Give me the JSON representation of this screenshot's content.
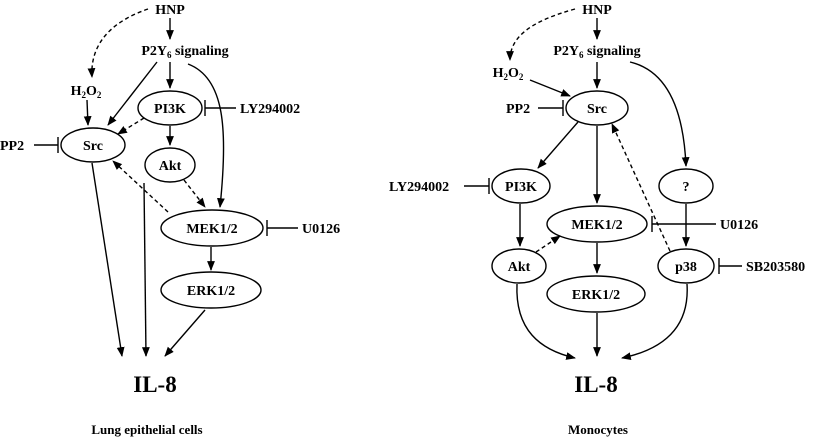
{
  "left": {
    "nodes": {
      "hnp": "HNP",
      "p2y6_main": "P2Y",
      "p2y6_sub": "6",
      "p2y6_tail": " signaling",
      "h2o2_h": "H",
      "h2o2_sub": "2",
      "h2o2_o": "O",
      "h2o2_sub2": "2",
      "pi3k": "PI3K",
      "src": "Src",
      "akt": "Akt",
      "mek": "MEK1/2",
      "erk": "ERK1/2",
      "il8": "IL-8"
    },
    "inhibitors": {
      "ly": "LY294002",
      "pp2": "PP2",
      "u0126": "U0126"
    },
    "caption": "Lung epithelial cells"
  },
  "right": {
    "nodes": {
      "hnp": "HNP",
      "p2y6_main": "P2Y",
      "p2y6_sub": "6",
      "p2y6_tail": " signaling",
      "h2o2_h": "H",
      "h2o2_sub": "2",
      "h2o2_o": "O",
      "h2o2_sub2": "2",
      "src": "Src",
      "q": "?",
      "pi3k": "PI3K",
      "mek": "MEK1/2",
      "akt": "Akt",
      "p38": "p38",
      "erk": "ERK1/2",
      "il8": "IL-8"
    },
    "inhibitors": {
      "pp2": "PP2",
      "ly": "LY294002",
      "u0126": "U0126",
      "sb": "SB203580"
    },
    "caption": "Monocytes"
  }
}
